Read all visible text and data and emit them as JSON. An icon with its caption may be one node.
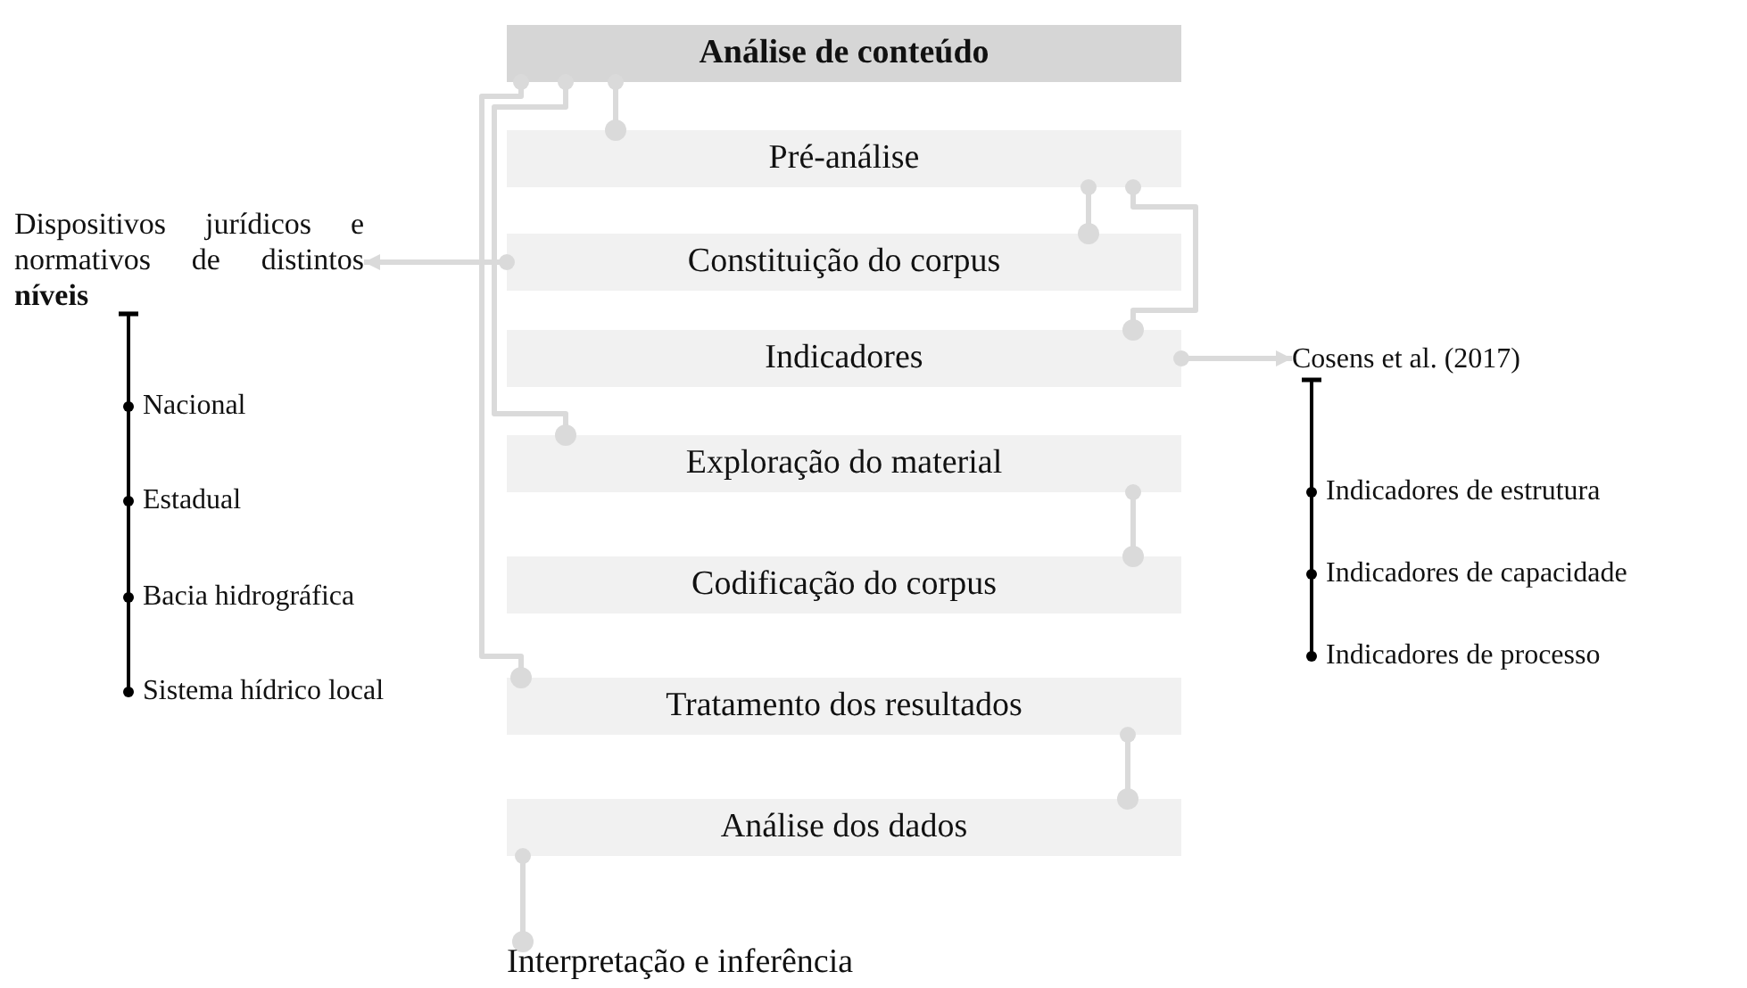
{
  "diagram": {
    "nodes": [
      {
        "text": [
          "Análise de conteúdo"
        ]
      },
      {
        "text": [
          "Pré-análise"
        ]
      },
      {
        "text": [
          "Constituição do corpus"
        ]
      },
      {
        "text": [
          "Indicadores"
        ]
      },
      {
        "text": [
          "Exploração do material"
        ]
      },
      {
        "text": [
          "Codificação do corpus"
        ]
      },
      {
        "text": [
          "Tratamento dos resultados"
        ]
      },
      {
        "text": [
          "Análise dos dados"
        ]
      },
      {
        "text": [
          "Interpretação e inferência"
        ]
      },
      {
        "text": [
          "Dispositivos jurídicos e normativos de distintos **níveis**"
        ]
      },
      {
        "text": [
          "Nacional"
        ]
      },
      {
        "text": [
          "Estadual"
        ]
      },
      {
        "text": [
          "Bacia hidrográfica"
        ]
      },
      {
        "text": [
          "Sistema hídrico local"
        ]
      },
      {
        "text": [
          "Cosens et al. (2017)"
        ]
      },
      {
        "text": [
          "Indicadores de estrutura"
        ]
      },
      {
        "text": [
          "Indicadores de capacidade"
        ]
      },
      {
        "text": [
          "Indicadores de processo"
        ]
      }
    ],
    "edges": [
      {
        "from": 0,
        "to": 1,
        "arrow": "other"
      },
      {
        "from": 0,
        "to": 4,
        "arrow": "other"
      },
      {
        "from": 0,
        "to": 6,
        "arrow": "other"
      },
      {
        "from": 1,
        "to": 2,
        "arrow": "other"
      },
      {
        "from": 1,
        "to": 3,
        "arrow": "other"
      },
      {
        "from": 2,
        "to": 9,
        "arrow": "to"
      },
      {
        "from": 3,
        "to": 14,
        "arrow": "to"
      },
      {
        "from": 4,
        "to": 5,
        "arrow": "other"
      },
      {
        "from": 6,
        "to": 7,
        "arrow": "other"
      },
      {
        "from": 7,
        "to": 8,
        "arrow": "other"
      },
      {
        "from": 9,
        "to": 10,
        "arrow": "other",
        "color": "#000000"
      },
      {
        "from": 9,
        "to": 11,
        "arrow": "other",
        "color": "#000000"
      },
      {
        "from": 9,
        "to": 12,
        "arrow": "other",
        "color": "#000000"
      },
      {
        "from": 9,
        "to": 13,
        "arrow": "other",
        "color": "#000000"
      },
      {
        "from": 14,
        "to": 15,
        "arrow": "other",
        "color": "#000000"
      },
      {
        "from": 14,
        "to": 16,
        "arrow": "other",
        "color": "#000000"
      },
      {
        "from": 14,
        "to": 17,
        "arrow": "other",
        "color": "#000000"
      }
    ]
  }
}
